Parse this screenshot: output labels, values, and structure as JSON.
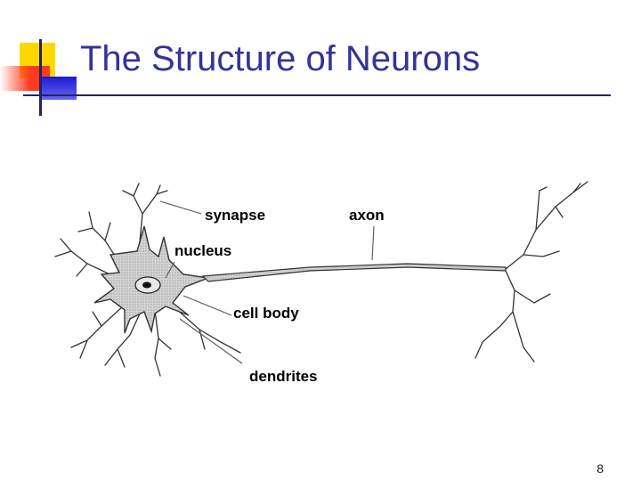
{
  "slide": {
    "title": "The Structure of Neurons",
    "page_number": "8"
  },
  "diagram": {
    "labels": {
      "synapse": "synapse",
      "axon": "axon",
      "nucleus": "nucleus",
      "cell_body": "cell body",
      "dendrites": "dendrites"
    },
    "colors": {
      "cell_fill": "#cfcfcf",
      "outline": "#333333"
    }
  },
  "decor": {
    "accent_yellow": "#ffd700",
    "accent_red": "#ff3b1f",
    "accent_blue": "#1a1ad6",
    "title_color": "#333399"
  }
}
